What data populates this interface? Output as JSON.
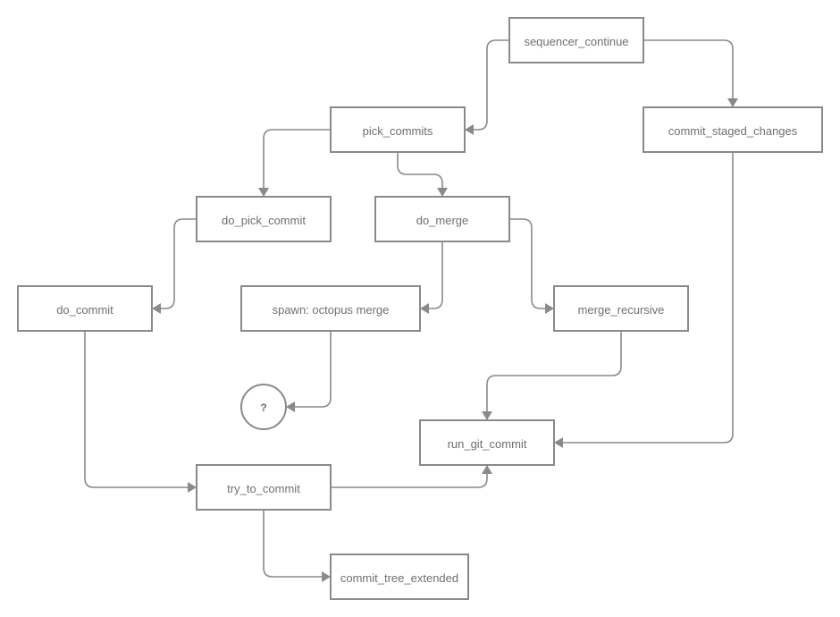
{
  "colors": {
    "stroke": "#8a8a8a",
    "text": "#6f6f6f",
    "background": "#ffffff"
  },
  "nodes": {
    "sequencer_continue": "sequencer_continue",
    "pick_commits": "pick_commits",
    "commit_staged_changes": "commit_staged_changes",
    "do_pick_commit": "do_pick_commit",
    "do_merge": "do_merge",
    "do_commit": "do_commit",
    "spawn_octopus_merge": "spawn: octopus merge",
    "merge_recursive": "merge_recursive",
    "unknown": "?",
    "run_git_commit": "run_git_commit",
    "try_to_commit": "try_to_commit",
    "commit_tree_extended": "commit_tree_extended"
  },
  "edges": [
    {
      "from": "sequencer_continue",
      "to": "pick_commits"
    },
    {
      "from": "sequencer_continue",
      "to": "commit_staged_changes"
    },
    {
      "from": "pick_commits",
      "to": "do_pick_commit"
    },
    {
      "from": "pick_commits",
      "to": "do_merge"
    },
    {
      "from": "do_pick_commit",
      "to": "do_commit"
    },
    {
      "from": "do_merge",
      "to": "spawn_octopus_merge"
    },
    {
      "from": "do_merge",
      "to": "merge_recursive"
    },
    {
      "from": "spawn_octopus_merge",
      "to": "unknown"
    },
    {
      "from": "merge_recursive",
      "to": "run_git_commit"
    },
    {
      "from": "commit_staged_changes",
      "to": "run_git_commit"
    },
    {
      "from": "do_commit",
      "to": "try_to_commit"
    },
    {
      "from": "try_to_commit",
      "to": "run_git_commit"
    },
    {
      "from": "try_to_commit",
      "to": "commit_tree_extended"
    }
  ]
}
